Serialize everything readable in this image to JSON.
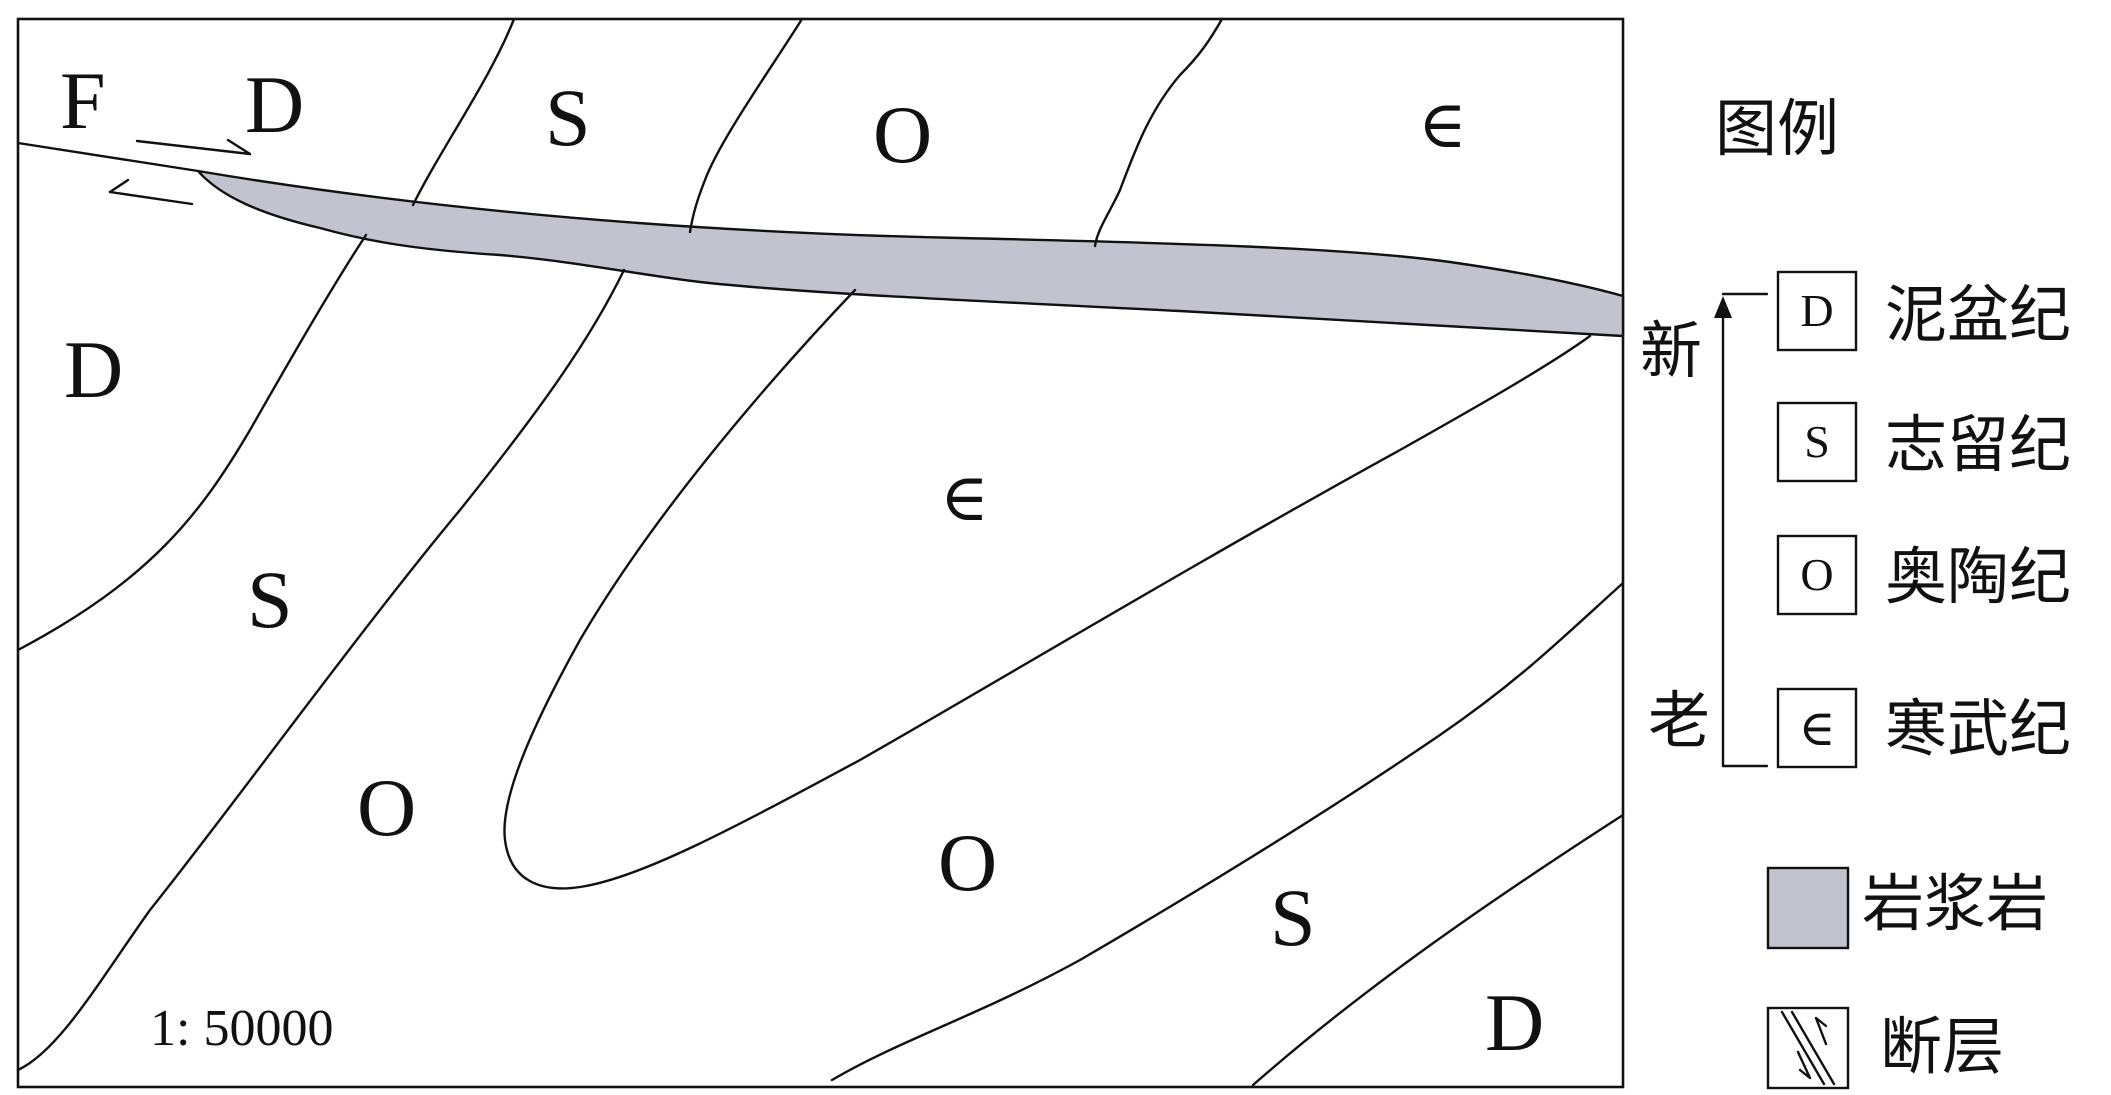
{
  "map": {
    "fault_label": "F",
    "scale": "1:  50000",
    "region_labels": [
      {
        "id": "d-top",
        "text": "D"
      },
      {
        "id": "s-top",
        "text": "S"
      },
      {
        "id": "o-top",
        "text": "O"
      },
      {
        "id": "cam-top",
        "text": "∈"
      },
      {
        "id": "d-left",
        "text": "D"
      },
      {
        "id": "s-left",
        "text": "S"
      },
      {
        "id": "o-left",
        "text": "O"
      },
      {
        "id": "cam-center",
        "text": "∈"
      },
      {
        "id": "o-lower",
        "text": "O"
      },
      {
        "id": "s-lower",
        "text": "S"
      },
      {
        "id": "d-corner",
        "text": "D"
      }
    ]
  },
  "legend": {
    "title": "图例",
    "age_new": "新",
    "age_old": "老",
    "items": [
      {
        "symbol": "D",
        "label": "泥盆纪"
      },
      {
        "symbol": "S",
        "label": "志留纪"
      },
      {
        "symbol": "O",
        "label": "奥陶纪"
      },
      {
        "symbol": "∈",
        "label": "寒武纪"
      }
    ],
    "magma_label": "岩浆岩",
    "fault_label": "断层"
  },
  "colors": {
    "magma_fill": "#c3c3cf",
    "line": "#111111"
  },
  "icons": [
    "fault-arrow-icon",
    "age-arrow-icon",
    "fault-symbol-icon"
  ]
}
